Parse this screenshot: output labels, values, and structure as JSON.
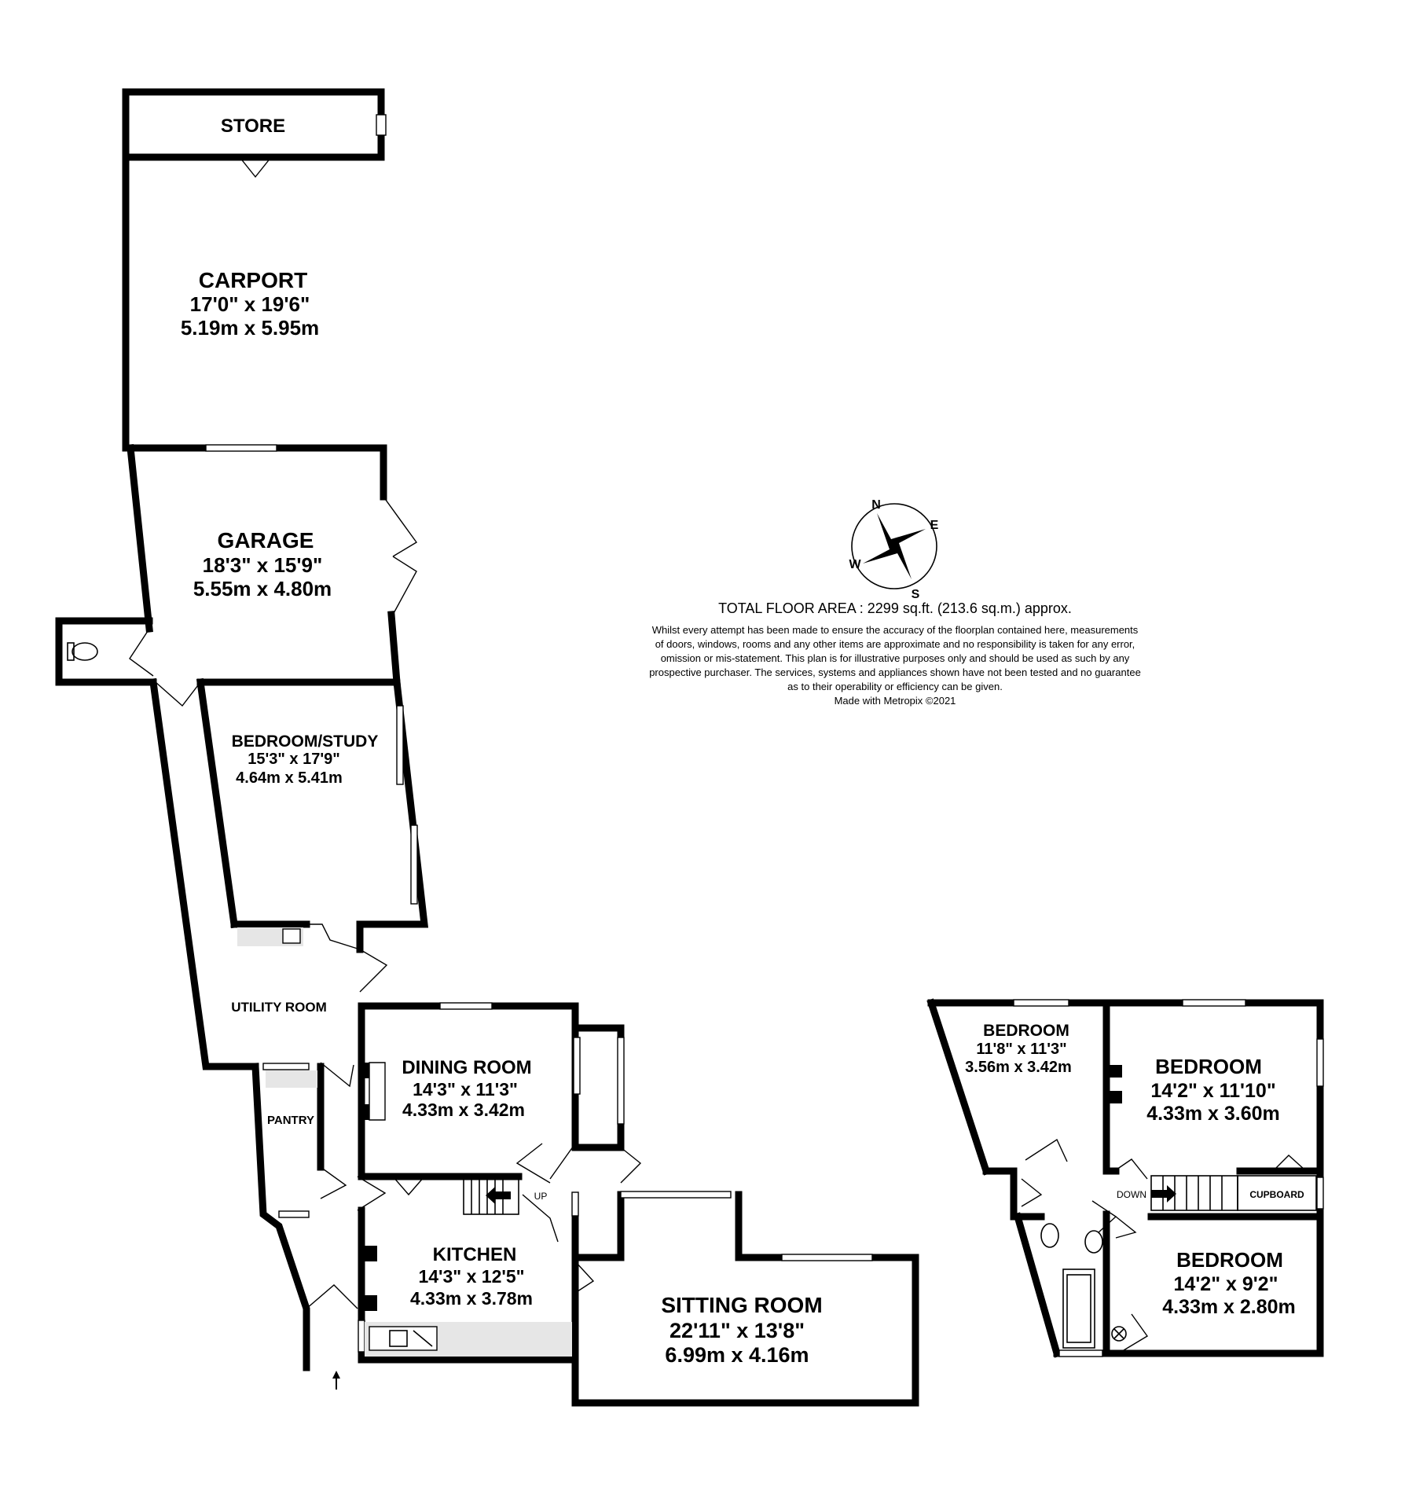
{
  "rooms": {
    "store": {
      "name": "STORE"
    },
    "carport": {
      "name": "CARPORT",
      "imperial": "17'0\"  x 19'6\"",
      "metric": "5.19m  x 5.95m"
    },
    "garage": {
      "name": "GARAGE",
      "imperial": "18'3\"  x 15'9\"",
      "metric": "5.55m  x 4.80m"
    },
    "bedroom_study": {
      "name": "BEDROOM/STUDY",
      "imperial": "15'3\"  x 17'9\"",
      "metric": "4.64m  x 5.41m"
    },
    "utility": {
      "name": "UTILITY ROOM"
    },
    "pantry": {
      "name": "PANTRY"
    },
    "dining": {
      "name": "DINING ROOM",
      "imperial": "14'3\"  x 11'3\"",
      "metric": "4.33m  x 3.42m"
    },
    "kitchen": {
      "name": "KITCHEN",
      "imperial": "14'3\"  x 12'5\"",
      "metric": "4.33m  x 3.78m"
    },
    "sitting": {
      "name": "SITTING ROOM",
      "imperial": "22'11\"  x 13'8\"",
      "metric": "6.99m  x 4.16m"
    },
    "bedroom_a": {
      "name": "BEDROOM",
      "imperial": "11'8\"  x 11'3\"",
      "metric": "3.56m  x 3.42m"
    },
    "bedroom_b": {
      "name": "BEDROOM",
      "imperial": "14'2\"  x 11'10\"",
      "metric": "4.33m  x 3.60m"
    },
    "bedroom_c": {
      "name": "BEDROOM",
      "imperial": "14'2\"  x 9'2\"",
      "metric": "4.33m  x 2.80m"
    },
    "cupboard": {
      "name": "CUPBOARD"
    }
  },
  "stairs": {
    "up": "UP",
    "down": "DOWN"
  },
  "compass": {
    "n": "N",
    "e": "E",
    "s": "S",
    "w": "W"
  },
  "info": {
    "total_area": "TOTAL FLOOR AREA : 2299 sq.ft. (213.6 sq.m.) approx.",
    "disclaimer_lines": [
      "Whilst every attempt has been made to ensure the accuracy of the floorplan contained here, measurements",
      "of doors, windows, rooms and any other items are approximate and no responsibility is taken for any error,",
      "omission or mis-statement. This plan is for illustrative purposes only and should be used as such by any",
      "prospective purchaser. The services, systems and appliances shown have not been tested and no guarantee",
      "as to their operability or efficiency can be given."
    ],
    "credit": "Made with Metropix ©2021"
  }
}
